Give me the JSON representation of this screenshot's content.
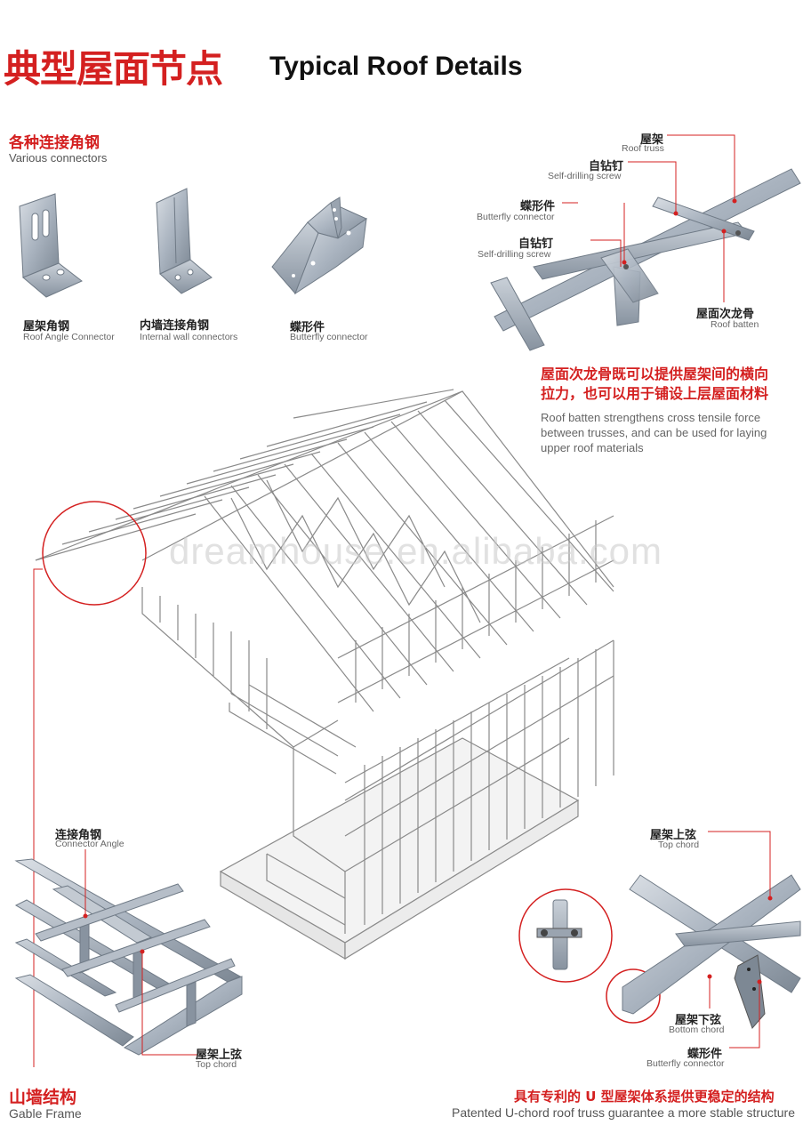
{
  "title": {
    "cn": "典型屋面节点",
    "en": "Typical Roof Details"
  },
  "connectors": {
    "heading_cn": "各种连接角钢",
    "heading_en": "Various connectors",
    "items": [
      {
        "cn": "屋架角钢",
        "en": "Roof Angle Connector"
      },
      {
        "cn": "内墙连接角钢",
        "en": "Internal wall connectors"
      },
      {
        "cn": "蝶形件",
        "en": "Butterfly connector"
      }
    ]
  },
  "detail_top_right": {
    "roof_truss": {
      "cn": "屋架",
      "en": "Roof truss"
    },
    "screw_1": {
      "cn": "自钻钉",
      "en": "Self-drilling screw"
    },
    "butterfly": {
      "cn": "蝶形件",
      "en": "Butterfly connector"
    },
    "screw_2": {
      "cn": "自钻钉",
      "en": "Self-drilling screw"
    },
    "roof_batten": {
      "cn": "屋面次龙骨",
      "en": "Roof batten"
    }
  },
  "batten_note": {
    "cn_line1": "屋面次龙骨既可以提供屋架间的横向",
    "cn_line2": "拉力，也可以用于铺设上层屋面材料",
    "en_line1": "Roof batten strengthens cross tensile force",
    "en_line2": "between trusses, and can be used for laying",
    "en_line3": "upper roof materials"
  },
  "watermark": "dreamhouse.en.alibaba.com",
  "gable": {
    "connector_angle": {
      "cn": "连接角钢",
      "en": "Connector Angle"
    },
    "top_chord": {
      "cn": "屋架上弦",
      "en": "Top chord"
    },
    "heading_cn": "山墙结构",
    "heading_en": "Gable Frame"
  },
  "u_chord": {
    "top_chord": {
      "cn": "屋架上弦",
      "en": "Top chord"
    },
    "bottom_chord": {
      "cn": "屋架下弦",
      "en": "Bottom chord"
    },
    "butterfly": {
      "cn": "蝶形件",
      "en": "Butterfly connector"
    },
    "heading_cn": "具有专利的 U 型屋架体系提供更稳定的结构",
    "heading_en": "Patented U-chord roof truss guarantee a more stable structure"
  },
  "colors": {
    "accent": "#d42020",
    "steel": "#a9b3bf",
    "steel_dark": "#6f7a86",
    "line": "#8a8a8a"
  }
}
